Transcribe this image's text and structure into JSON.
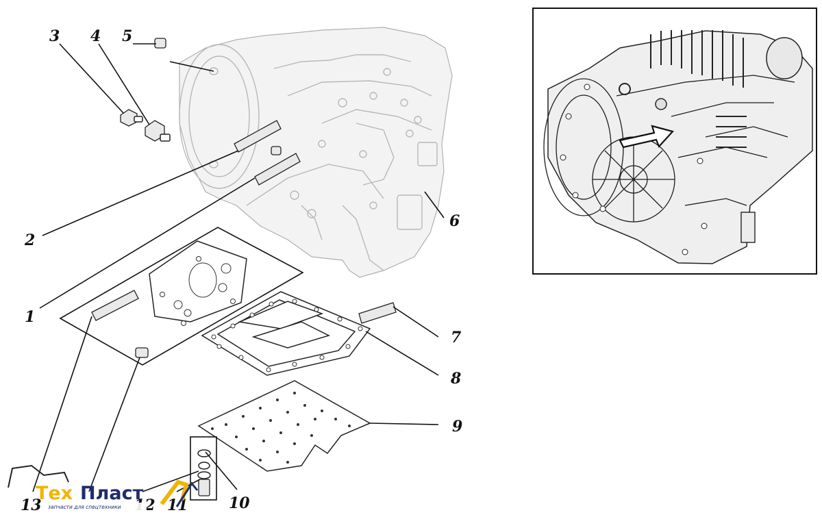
{
  "callouts": [
    "1",
    "2",
    "3",
    "4",
    "5",
    "6",
    "7",
    "8",
    "9",
    "10",
    "11",
    "12",
    "13"
  ],
  "logo": {
    "name_part1": "Тех",
    "name_part2": "Пласт",
    "tagline": "запчасти для спецтехники"
  },
  "colors": {
    "line": "#111111",
    "ghost": "#b8b8b8",
    "logo_orange": "#f0b400",
    "logo_navy": "#1f2d6b"
  }
}
